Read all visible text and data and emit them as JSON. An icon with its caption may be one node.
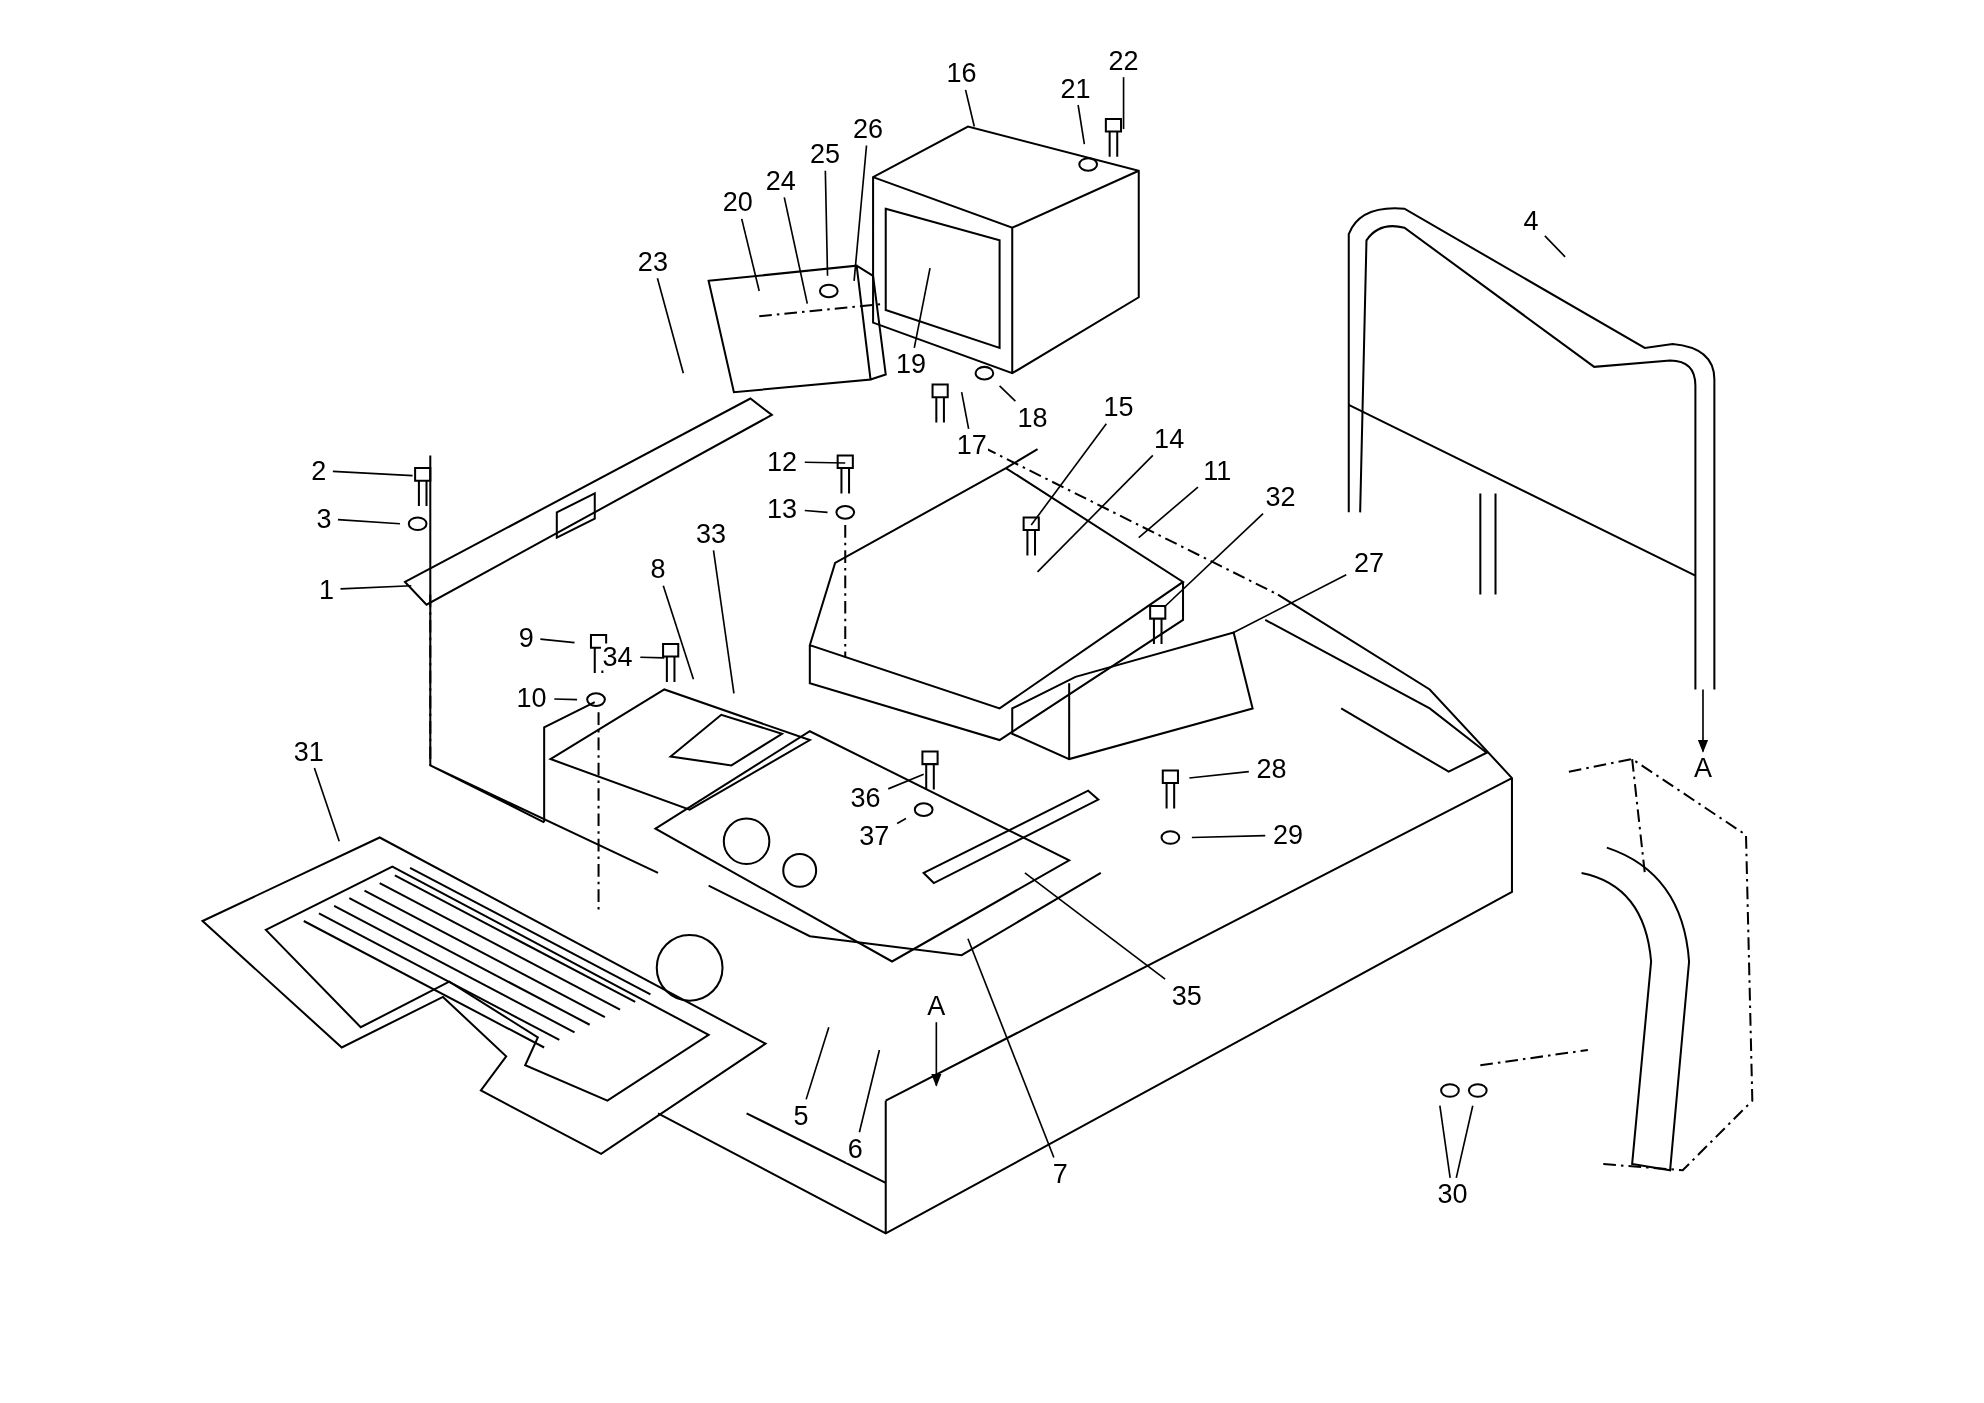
{
  "diagram": {
    "nodes": [
      {
        "text": [
          "1"
        ]
      },
      {
        "text": [
          "2"
        ]
      },
      {
        "text": [
          "3"
        ]
      },
      {
        "text": [
          "4"
        ]
      },
      {
        "text": [
          "5"
        ]
      },
      {
        "text": [
          "6"
        ]
      },
      {
        "text": [
          "7"
        ]
      },
      {
        "text": [
          "8"
        ]
      },
      {
        "text": [
          "9"
        ]
      },
      {
        "text": [
          "10"
        ]
      },
      {
        "text": [
          "11"
        ]
      },
      {
        "text": [
          "12"
        ]
      },
      {
        "text": [
          "13"
        ]
      },
      {
        "text": [
          "14"
        ]
      },
      {
        "text": [
          "15"
        ]
      },
      {
        "text": [
          "16"
        ]
      },
      {
        "text": [
          "17"
        ]
      },
      {
        "text": [
          "18"
        ]
      },
      {
        "text": [
          "19"
        ]
      },
      {
        "text": [
          "20"
        ]
      },
      {
        "text": [
          "21"
        ]
      },
      {
        "text": [
          "22"
        ]
      },
      {
        "text": [
          "23"
        ]
      },
      {
        "text": [
          "24"
        ]
      },
      {
        "text": [
          "25"
        ]
      },
      {
        "text": [
          "26"
        ]
      },
      {
        "text": [
          "27"
        ]
      },
      {
        "text": [
          "28"
        ]
      },
      {
        "text": [
          "29"
        ]
      },
      {
        "text": [
          "30"
        ]
      },
      {
        "text": [
          "31"
        ]
      },
      {
        "text": [
          "32"
        ]
      },
      {
        "text": [
          "33"
        ]
      },
      {
        "text": [
          "34"
        ]
      },
      {
        "text": [
          "35"
        ]
      },
      {
        "text": [
          "36"
        ]
      },
      {
        "text": [
          "37"
        ]
      },
      {
        "text": [
          "A"
        ]
      },
      {
        "text": [
          "A"
        ]
      }
    ],
    "edges": [
      {
        "from": 0,
        "to": null,
        "arrow": "none"
      },
      {
        "from": 1,
        "to": null,
        "arrow": "none"
      },
      {
        "from": 2,
        "to": null,
        "arrow": "none"
      },
      {
        "from": 3,
        "to": null,
        "arrow": "none"
      },
      {
        "from": 4,
        "to": null,
        "arrow": "none"
      },
      {
        "from": 5,
        "to": null,
        "arrow": "none"
      },
      {
        "from": 6,
        "to": null,
        "arrow": "none"
      },
      {
        "from": 7,
        "to": null,
        "arrow": "none"
      },
      {
        "from": 8,
        "to": null,
        "arrow": "none"
      },
      {
        "from": 9,
        "to": null,
        "arrow": "none"
      },
      {
        "from": 10,
        "to": null,
        "arrow": "none"
      },
      {
        "from": 11,
        "to": null,
        "arrow": "none"
      },
      {
        "from": 12,
        "to": null,
        "arrow": "none"
      },
      {
        "from": 13,
        "to": null,
        "arrow": "none"
      },
      {
        "from": 14,
        "to": null,
        "arrow": "none"
      },
      {
        "from": 15,
        "to": null,
        "arrow": "none"
      },
      {
        "from": 16,
        "to": null,
        "arrow": "none"
      },
      {
        "from": 17,
        "to": null,
        "arrow": "none"
      },
      {
        "from": 18,
        "to": null,
        "arrow": "none"
      },
      {
        "from": 19,
        "to": null,
        "arrow": "none"
      },
      {
        "from": 20,
        "to": null,
        "arrow": "none"
      },
      {
        "from": 21,
        "to": null,
        "arrow": "none"
      },
      {
        "from": 22,
        "to": null,
        "arrow": "none"
      },
      {
        "from": 23,
        "to": null,
        "arrow": "none"
      },
      {
        "from": 24,
        "to": null,
        "arrow": "none"
      },
      {
        "from": 25,
        "to": null,
        "arrow": "none"
      },
      {
        "from": 26,
        "to": null,
        "arrow": "none"
      },
      {
        "from": 27,
        "to": null,
        "arrow": "none"
      },
      {
        "from": 28,
        "to": null,
        "arrow": "none"
      },
      {
        "from": 29,
        "to": null,
        "arrow": "none"
      },
      {
        "from": 29,
        "to": null,
        "arrow": "none"
      },
      {
        "from": 30,
        "to": null,
        "arrow": "none"
      },
      {
        "from": 31,
        "to": null,
        "arrow": "none"
      },
      {
        "from": 32,
        "to": null,
        "arrow": "none"
      },
      {
        "from": 33,
        "to": null,
        "arrow": "none"
      },
      {
        "from": 34,
        "to": null,
        "arrow": "none"
      },
      {
        "from": 35,
        "to": null,
        "arrow": "none"
      },
      {
        "from": 36,
        "to": null,
        "arrow": "none"
      },
      {
        "from": null,
        "to": 37,
        "arrow": "to"
      },
      {
        "from": 38,
        "to": null,
        "arrow": "to"
      }
    ]
  }
}
